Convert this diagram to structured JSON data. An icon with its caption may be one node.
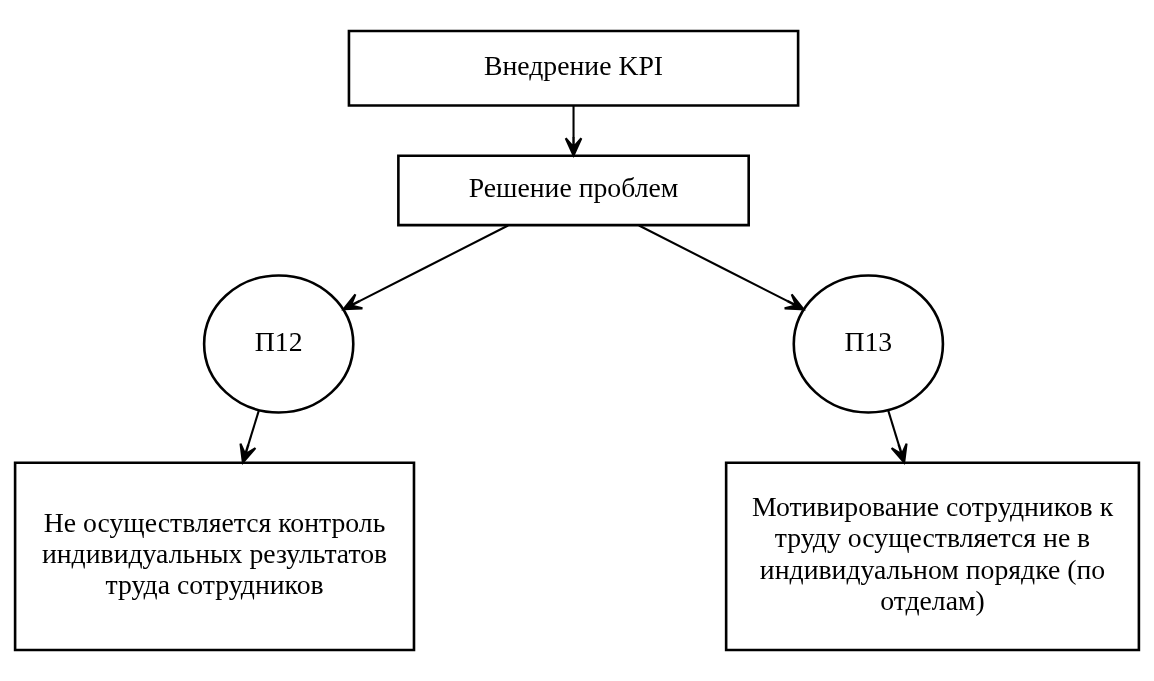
{
  "diagram": {
    "nodes": [
      {
        "text": [
          "Внедрение KPI"
        ]
      },
      {
        "text": [
          "Решение проблем"
        ]
      },
      {
        "text": [
          "П12"
        ]
      },
      {
        "text": [
          "П13"
        ]
      },
      {
        "text": [
          "Не осуществляется контроль индивидуальных результатов труда сотрудников"
        ]
      },
      {
        "text": [
          "Мотивирование сотрудников к труду осуществляется не в индивидуальном порядке (по отделам)"
        ]
      }
    ],
    "edges": [
      {
        "from": 0,
        "to": 1,
        "arrow": "to"
      },
      {
        "from": 1,
        "to": 2,
        "arrow": "to"
      },
      {
        "from": 1,
        "to": 3,
        "arrow": "to"
      },
      {
        "from": 2,
        "to": 4,
        "arrow": "to"
      },
      {
        "from": 3,
        "to": 5,
        "arrow": "to"
      }
    ]
  }
}
